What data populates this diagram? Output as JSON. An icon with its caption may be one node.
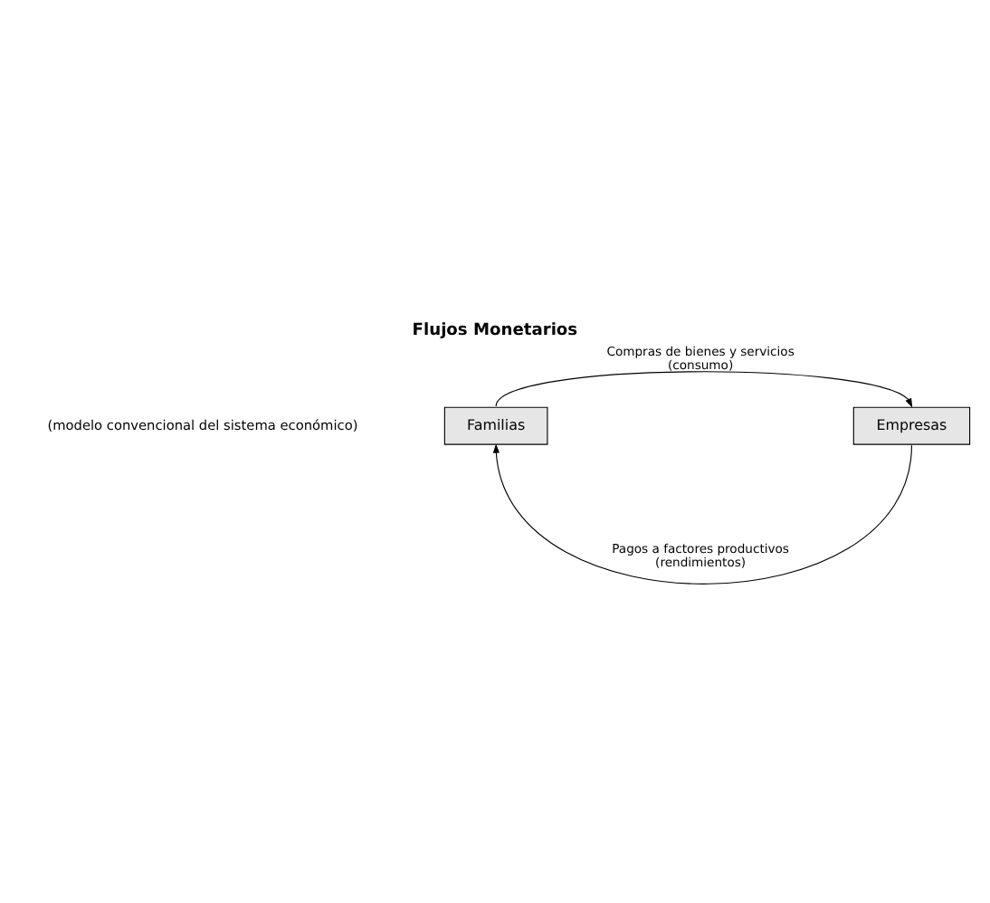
{
  "diagram": {
    "title": "Flujos Monetarios",
    "nodes": [
      {
        "text": [
          "Familias"
        ]
      },
      {
        "text": [
          "Empresas"
        ]
      }
    ],
    "edges": [
      {
        "from": 0,
        "to": 1,
        "arrow": "to",
        "label": "Compras de bienes y servicios (consumo)"
      },
      {
        "from": 1,
        "to": 0,
        "arrow": "to",
        "label": "Pagos a factores productivos (rendimientos)"
      }
    ],
    "labels": [
      "(modelo convencional del sistema económico)"
    ]
  }
}
